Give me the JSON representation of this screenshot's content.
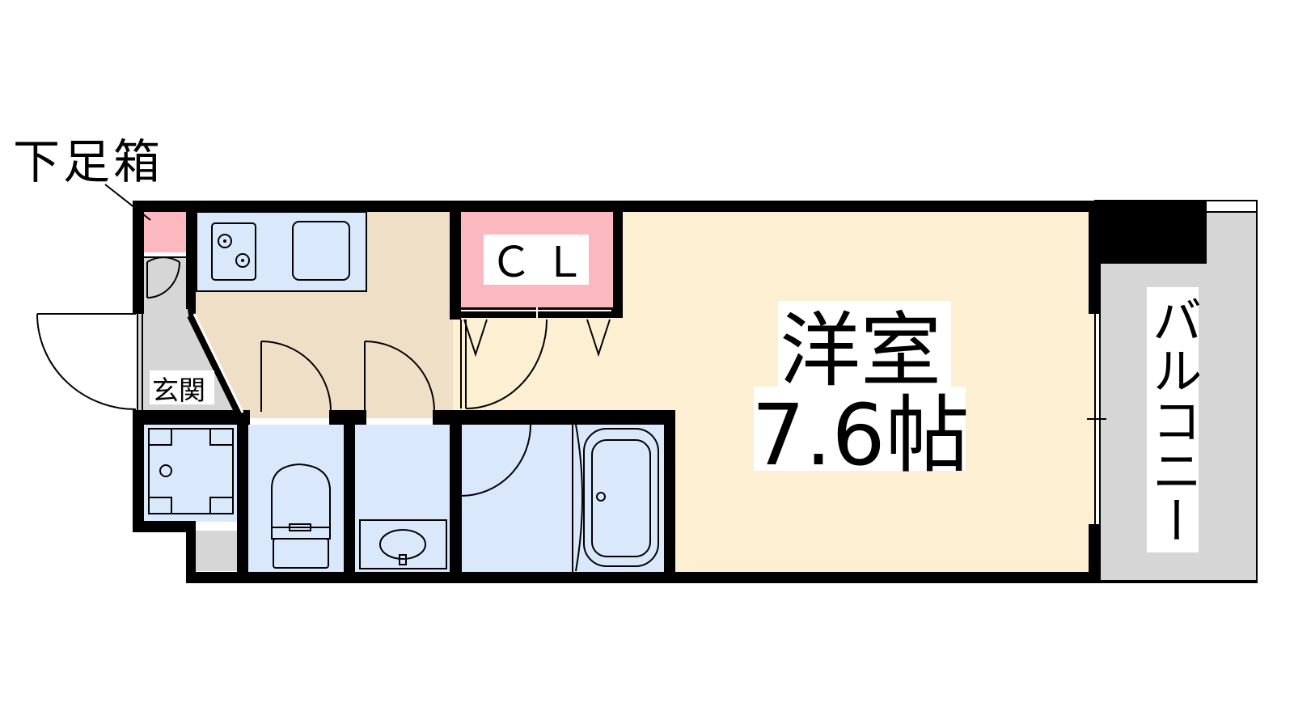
{
  "labels": {
    "shoe_box": "下足箱",
    "entrance": "玄関",
    "closet": "ＣＬ",
    "room_name": "洋室",
    "room_size": "7.6帖",
    "balcony": "バルコニー"
  },
  "colors": {
    "wall": "#000000",
    "western_room": "#fdf0d2",
    "kitchen_floor": "#f0dfc7",
    "wet_area": "#d9e8fb",
    "closet": "#fcb8bf",
    "shoe_box": "#fcb8bf",
    "entrance_floor": "#d6d6d6",
    "balcony": "#d6d6d6",
    "label_bg": "#ffffff"
  },
  "icons": [
    "gas-stove-icon",
    "sink-icon",
    "washer-pan-icon",
    "toilet-icon",
    "wash-basin-icon",
    "bathtub-icon",
    "door-swing-icon"
  ]
}
